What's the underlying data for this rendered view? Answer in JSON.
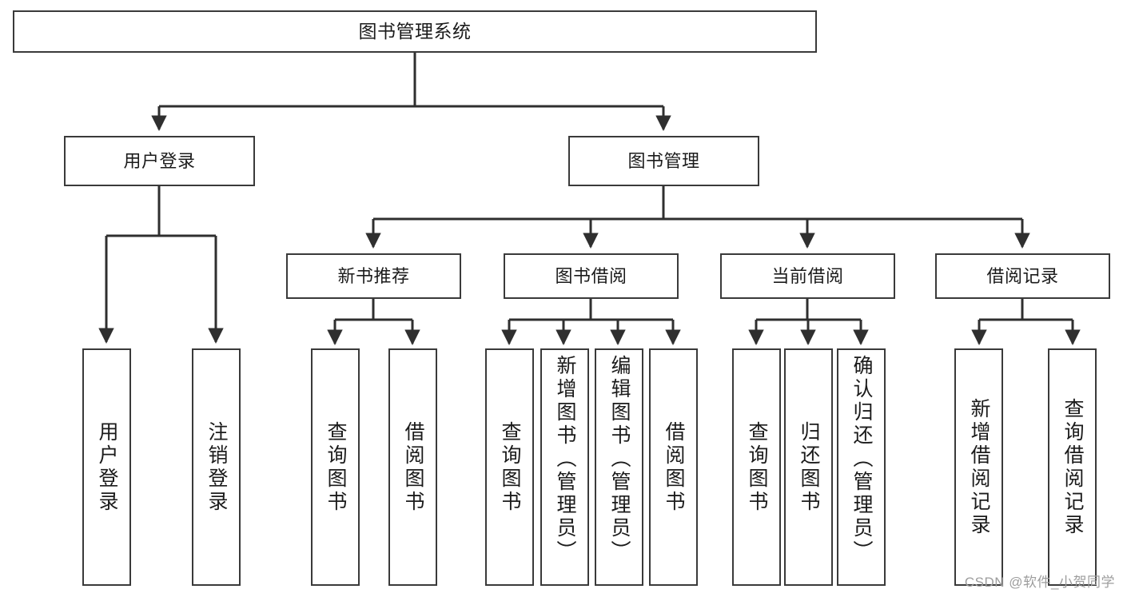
{
  "diagram": {
    "type": "tree",
    "title": "图书管理系统",
    "orientation": "top-down",
    "colors": {
      "box_border": "#3a3a3a",
      "box_fill": "#ffffff",
      "connector": "#2f2f2f",
      "text": "#1b1b1b",
      "watermark": "#9d9d9d"
    },
    "root": {
      "label": "图书管理系统"
    },
    "level2": [
      {
        "label": "用户登录"
      },
      {
        "label": "图书管理"
      }
    ],
    "level3": [
      {
        "label": "新书推荐"
      },
      {
        "label": "图书借阅"
      },
      {
        "label": "当前借阅"
      },
      {
        "label": "借阅记录"
      }
    ],
    "leaves": {
      "user_login": [
        {
          "label": "用户登录"
        },
        {
          "label": "注销登录"
        }
      ],
      "new_book_recommend": [
        {
          "label": "查询图书"
        },
        {
          "label": "借阅图书"
        }
      ],
      "book_borrow": [
        {
          "label": "查询图书"
        },
        {
          "label": "新增图书（管理员）"
        },
        {
          "label": "编辑图书（管理员）"
        },
        {
          "label": "借阅图书"
        }
      ],
      "current_borrow": [
        {
          "label": "查询图书"
        },
        {
          "label": "归还图书"
        },
        {
          "label": "确认归还（管理员）"
        }
      ],
      "borrow_record": [
        {
          "label": "新增借阅记录"
        },
        {
          "label": "查询借阅记录"
        }
      ]
    }
  },
  "watermark": {
    "text": "CSDN @软件_小贺同学"
  }
}
